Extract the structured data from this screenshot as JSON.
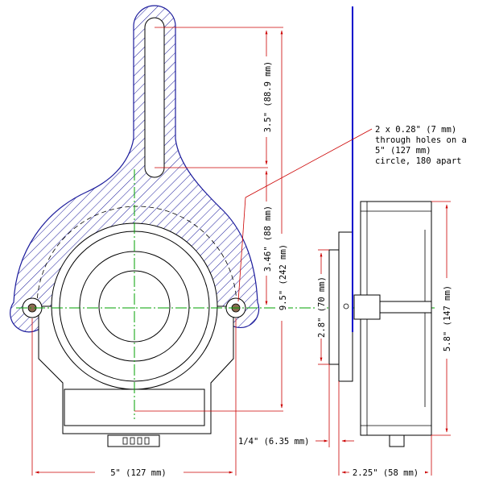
{
  "note": {
    "lines": [
      "2 x 0.28\" (7 mm)",
      "through holes on a",
      "5\" (127 mm)",
      "circle, 180 apart"
    ]
  },
  "dimensions": {
    "slot_length": "3.5\" (88.9 mm)",
    "pivot_to_slot": "3.46\" (88 mm)",
    "overall_height": "9.5\" (242 mm)",
    "hole_spacing": "5\" (127 mm)",
    "flange_thickness": "1/4\" (6.35 mm)",
    "pilot_diameter": "2.8\" (70 mm)",
    "side_depth": "2.25\" (58 mm)",
    "body_diameter": "5.8\" (147 mm)"
  },
  "colors": {
    "outline": "#000000",
    "dimension": "#cc0000",
    "hatch": "#1c1c9c",
    "centerline": "#00a000",
    "shaft": "#0000cc"
  }
}
